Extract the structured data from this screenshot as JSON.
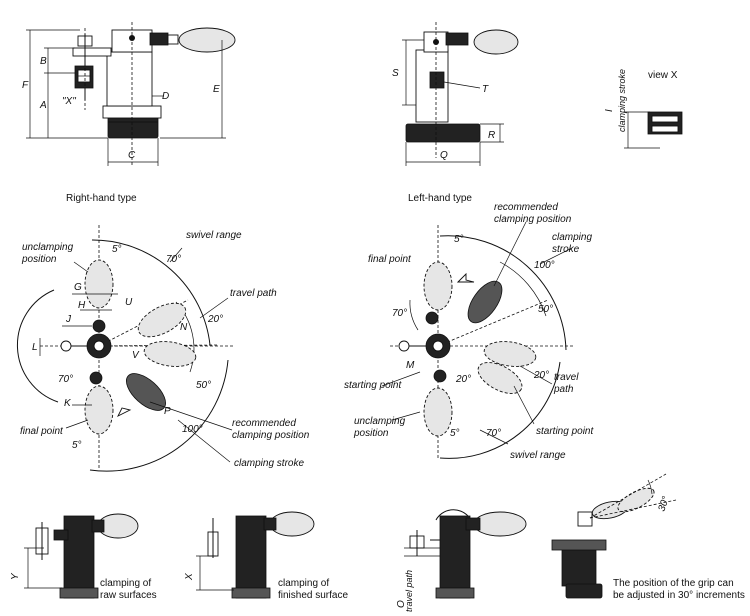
{
  "captions": {
    "right_hand": "Right-hand type",
    "left_hand": "Left-hand type",
    "view_x": "view X",
    "raw": "clamping of raw surfaces",
    "finished": "clamping of finished surface",
    "adjust": "The position of the grip can be adjusted in 30° increments"
  },
  "dims": {
    "F": "F",
    "B": "B",
    "A": "A",
    "X_mark": "\"X\"",
    "D": "D",
    "E": "E",
    "C": "C",
    "S": "S",
    "T": "T",
    "R": "R",
    "Q": "Q",
    "I": "I",
    "G": "G",
    "H": "H",
    "J": "J",
    "L": "L",
    "U": "U",
    "N": "N",
    "V": "V",
    "K": "K",
    "P": "P",
    "M": "M",
    "Y": "Y",
    "X": "X",
    "O": "O"
  },
  "labels": {
    "clamping_stroke": "clamping stroke",
    "unclamping_position": "unclamping position",
    "swivel_range": "swivel range",
    "travel_path": "travel path",
    "recommended_clamping_position": "recommended clamping position",
    "final_point": "final point",
    "starting_point": "starting point",
    "travel_path_vertical": "travel path"
  },
  "angles": {
    "a5": "5°",
    "a70": "70°",
    "a20": "20°",
    "a50": "50°",
    "a100": "100°",
    "a30": "30°"
  }
}
